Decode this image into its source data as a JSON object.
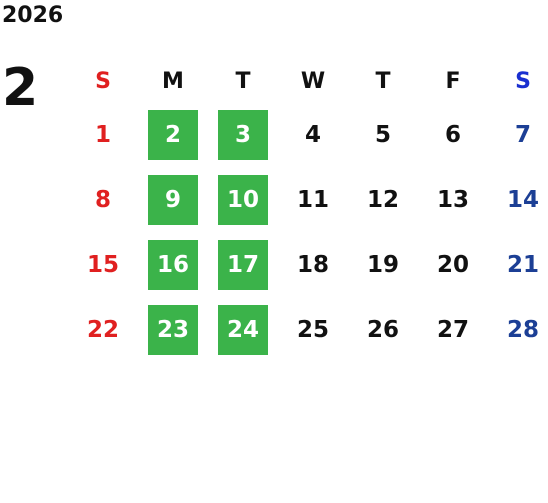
{
  "calendar": {
    "year": "2026",
    "month": "2",
    "weekdays": [
      "S",
      "M",
      "T",
      "W",
      "T",
      "F",
      "S"
    ],
    "weeks": [
      [
        "1",
        "2",
        "3",
        "4",
        "5",
        "6",
        "7"
      ],
      [
        "8",
        "9",
        "10",
        "11",
        "12",
        "13",
        "14"
      ],
      [
        "15",
        "16",
        "17",
        "18",
        "19",
        "20",
        "21"
      ],
      [
        "22",
        "23",
        "24",
        "25",
        "26",
        "27",
        "28"
      ]
    ],
    "highlight_color": "#3bb34a",
    "sunday_color": "#e02020",
    "saturday_color": "#1c3f95"
  }
}
